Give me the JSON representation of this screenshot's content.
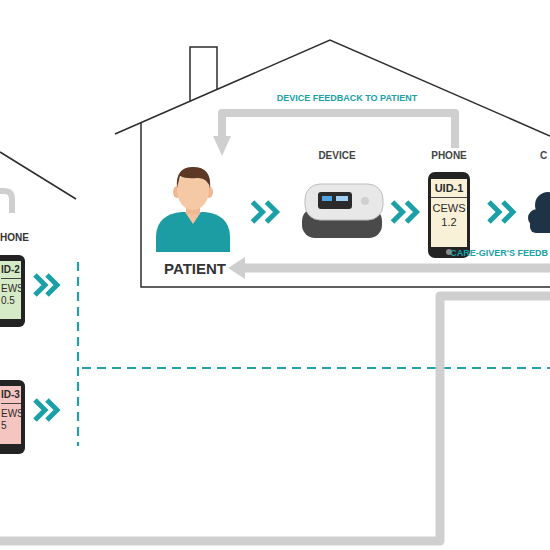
{
  "diagram": {
    "nodes": [
      {
        "text": [
          "HONE",
          "ID-2",
          "EWS",
          "0.5"
        ]
      },
      {
        "text": [
          "ID-3",
          "EWS",
          "5"
        ]
      },
      {
        "text": [
          "PATIENT"
        ]
      },
      {
        "text": [
          "DEVICE"
        ]
      },
      {
        "text": [
          "PHONE",
          "UID-1",
          "CEWS",
          "1.2"
        ]
      },
      {
        "text": [
          "C"
        ]
      }
    ],
    "edges": [
      {
        "from": 2,
        "to": 3,
        "arrow": "to"
      },
      {
        "from": 3,
        "to": 4,
        "arrow": "to"
      },
      {
        "from": 4,
        "to": 5,
        "arrow": "to"
      },
      {
        "from": 4,
        "to": 2,
        "arrow": "to",
        "label": "DEVICE FEEDBACK TO PATIENT"
      }
    ],
    "labels": [
      "CARE-GIVER'S FEEDB"
    ]
  }
}
